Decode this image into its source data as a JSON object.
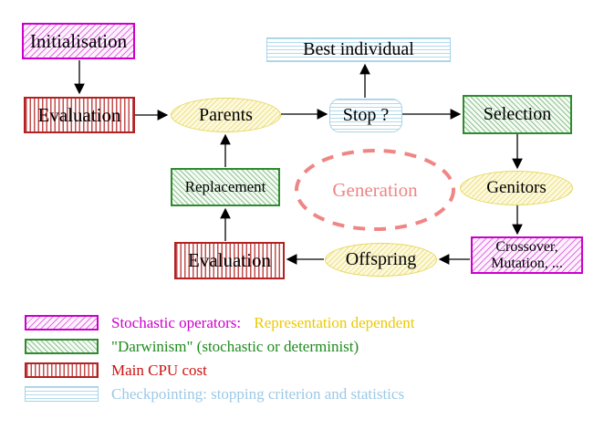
{
  "diagram": {
    "nodes": {
      "initialisation": {
        "label": "Initialisation",
        "style": "stochastic-operator"
      },
      "evaluation_top": {
        "label": "Evaluation",
        "style": "main-cpu-cost"
      },
      "parents": {
        "label": "Parents",
        "style": "stochastic-ellipse"
      },
      "best_individual": {
        "label": "Best individual",
        "style": "checkpointing"
      },
      "stop": {
        "label": "Stop ?",
        "style": "checkpointing"
      },
      "selection": {
        "label": "Selection",
        "style": "darwinism"
      },
      "replacement": {
        "label": "Replacement",
        "style": "darwinism"
      },
      "generation": {
        "label": "Generation",
        "style": "dashed-ellipse"
      },
      "genitors": {
        "label": "Genitors",
        "style": "stochastic-ellipse"
      },
      "evaluation_bottom": {
        "label": "Evaluation",
        "style": "main-cpu-cost"
      },
      "offspring": {
        "label": "Offspring",
        "style": "stochastic-ellipse"
      },
      "crossover": {
        "label_line1": "Crossover,",
        "label_line2": "Mutation, ...",
        "style": "stochastic-operator"
      }
    }
  },
  "legend": {
    "items": [
      {
        "swatch": "magenta-diagonal-hatch",
        "text": "Stochastic operators:",
        "text2": "Representation dependent",
        "color": "#cc00cc",
        "color2": "#edc900"
      },
      {
        "swatch": "green-diagonal-hatch",
        "text": "\"Darwinism\" (stochastic or determinist)",
        "color": "#1f8b1f"
      },
      {
        "swatch": "red-vertical-stripes",
        "text": "Main CPU cost",
        "color": "#cc1111"
      },
      {
        "swatch": "cyan-horizontal-stripes",
        "text": "Checkpointing: stopping criterion and statistics",
        "color": "#9cc9e6"
      }
    ]
  },
  "colors": {
    "stochastic_magenta": "#cc00cc",
    "darwinism_green": "#2e8b2e",
    "cpu_red": "#b22222",
    "checkpoint_cyan": "#a6d3e8",
    "operator_yellow": "#e6d95e",
    "generation_salmon": "#f08585",
    "representation_gold": "#edc900",
    "arrow_black": "#000000",
    "background": "#ffffff"
  }
}
